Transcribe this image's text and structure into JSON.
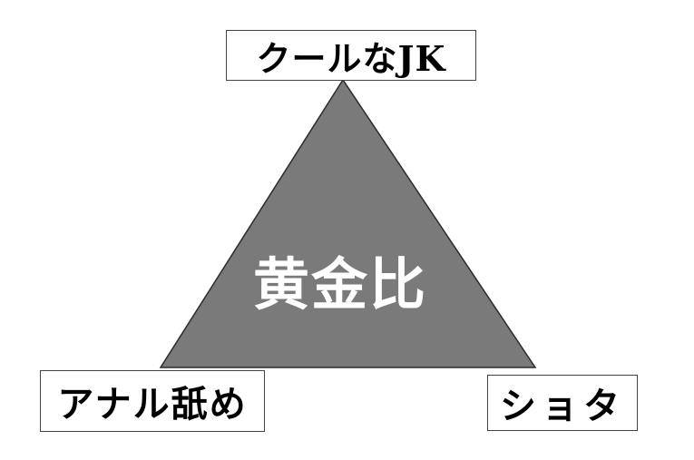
{
  "diagram": {
    "center_text": "黄金比",
    "vertices": {
      "top": "クールなJK",
      "left": "アナル舐め",
      "right": "ショタ"
    },
    "colors": {
      "triangle_fill": "#7a7a7a",
      "triangle_stroke": "#2b2b2b",
      "center_text": "#ffffff",
      "box_border": "#444444",
      "background": "#ffffff"
    }
  }
}
